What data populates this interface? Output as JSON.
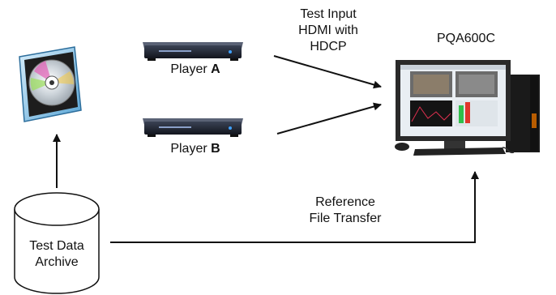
{
  "labels": {
    "player_a_prefix": "Player ",
    "player_a_letter": "A",
    "player_b_prefix": "Player ",
    "player_b_letter": "B",
    "test_input_line1": "Test Input",
    "test_input_line2": "HDMI with",
    "test_input_line3": "HDCP",
    "device_name": "PQA600C",
    "archive_line1": "Test Data",
    "archive_line2": "Archive",
    "reference_line1": "Reference",
    "reference_line2": "File Transfer"
  },
  "icons": {
    "disc_case": "dvd-case-icon",
    "player_a": "bluray-player-icon",
    "player_b": "bluray-player-icon",
    "workstation": "computer-workstation-icon",
    "archive": "database-cylinder-icon"
  },
  "colors": {
    "line": "#111111",
    "player_body": "#1b1f2b",
    "disc_case_blue": "#5aa6d6",
    "monitor_frame": "#2a2a2a",
    "tower": "#1a1a1a"
  }
}
